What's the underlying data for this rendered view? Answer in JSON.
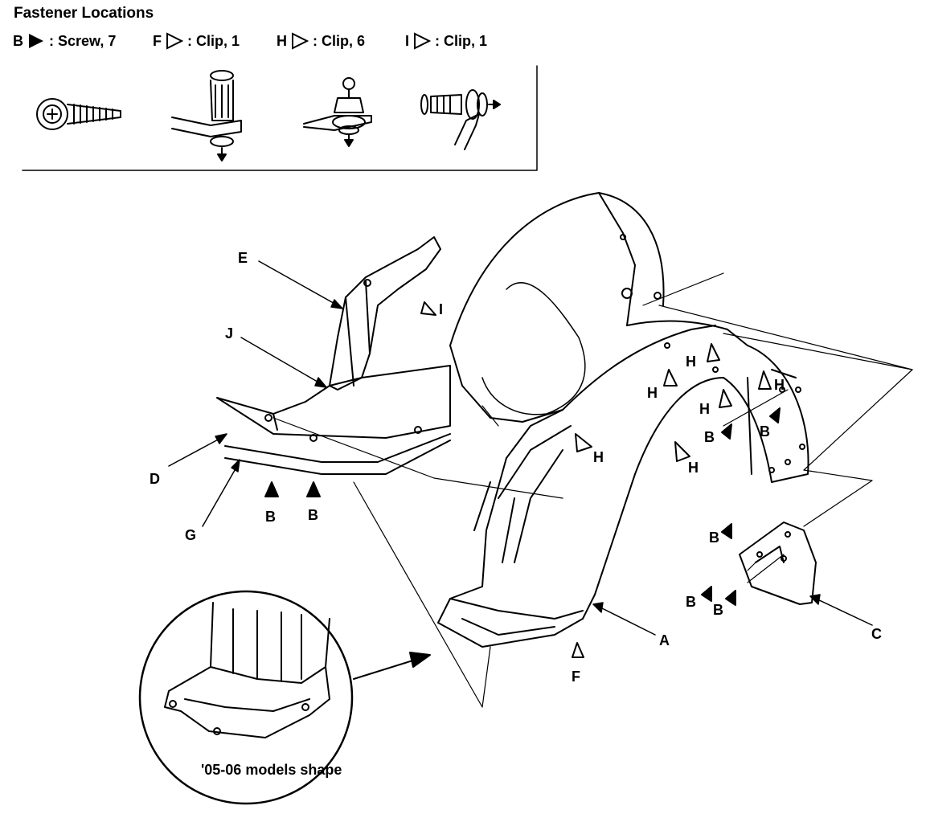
{
  "title": "Fastener Locations",
  "legend": [
    {
      "letter": "B",
      "text": ": Screw, 7",
      "icon": "filled-triangle-icon"
    },
    {
      "letter": "F",
      "text": ": Clip, 1",
      "icon": "open-triangle-icon"
    },
    {
      "letter": "H",
      "text": ": Clip, 6",
      "icon": "open-triangle-icon"
    },
    {
      "letter": "I",
      "text": ": Clip, 1",
      "icon": "open-triangle-icon"
    }
  ],
  "part_labels": {
    "A": "A",
    "C": "C",
    "D": "D",
    "E": "E",
    "F": "F",
    "G": "G",
    "J": "J"
  },
  "callouts": {
    "B": "B",
    "H": "H",
    "I": "I"
  },
  "caption": "'05-06 models shape",
  "colors": {
    "ink": "#000000",
    "paper": "#ffffff"
  }
}
